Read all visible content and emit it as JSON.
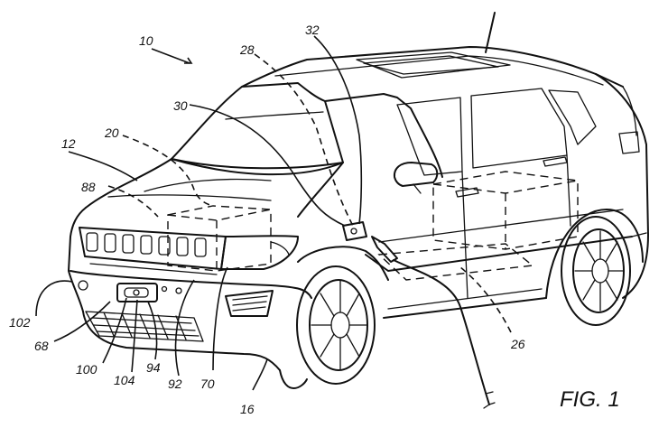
{
  "figure": {
    "caption": "FIG. 1",
    "labels": {
      "l10": "10",
      "l12": "12",
      "l16": "16",
      "l20": "20",
      "l26": "26",
      "l28": "28",
      "l30": "30",
      "l32": "32",
      "l68": "68",
      "l70": "70",
      "l88": "88",
      "l92": "92",
      "l94": "94",
      "l100": "100",
      "l102": "102",
      "l104": "104"
    }
  }
}
